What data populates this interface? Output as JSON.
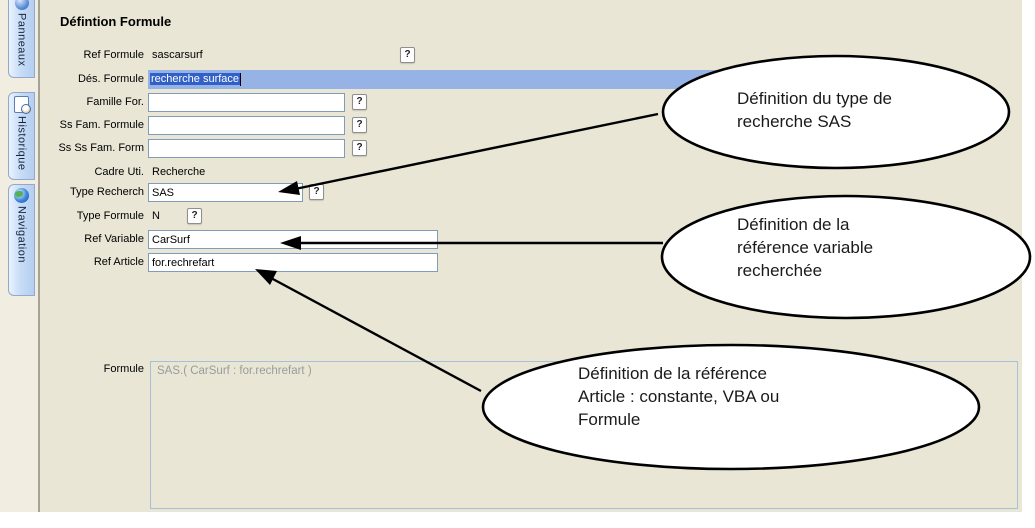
{
  "sidebar": {
    "tabs": [
      {
        "label": "Panneaux"
      },
      {
        "label": "Historique"
      },
      {
        "label": "Navigation"
      }
    ]
  },
  "form": {
    "title": "Défintion Formule",
    "help_label": "?",
    "fields": [
      {
        "label": "Ref Formule",
        "value": "sascarsurf"
      },
      {
        "label": "Dés. Formule",
        "value": "recherche surface"
      },
      {
        "label": "Famille For.",
        "value": ""
      },
      {
        "label": "Ss Fam. Formule",
        "value": ""
      },
      {
        "label": "Ss Ss Fam. Form",
        "value": ""
      },
      {
        "label": "Cadre Uti.",
        "value": "Recherche"
      },
      {
        "label": "Type Recherch",
        "value": "SAS"
      },
      {
        "label": "Type Formule",
        "value": "N"
      },
      {
        "label": "Ref Variable",
        "value": "CarSurf"
      },
      {
        "label": "Ref Article",
        "value": "for.rechrefart"
      }
    ],
    "formule": {
      "label": "Formule",
      "value": "SAS.( CarSurf : for.rechrefart )"
    }
  },
  "callouts": [
    {
      "lines": [
        "Définition du type de",
        "recherche SAS"
      ]
    },
    {
      "lines": [
        "Définition de la",
        "référence variable",
        "recherchée"
      ]
    },
    {
      "lines": [
        "Définition de la référence",
        "Article : constante, VBA ou",
        "Formule"
      ]
    }
  ],
  "colors": {
    "background": "#e9e6d6",
    "selected_row": "#97b3e6",
    "selection": "#3160c8",
    "input_border": "#7f9db9",
    "tab_fill": "#bdd5f3"
  }
}
